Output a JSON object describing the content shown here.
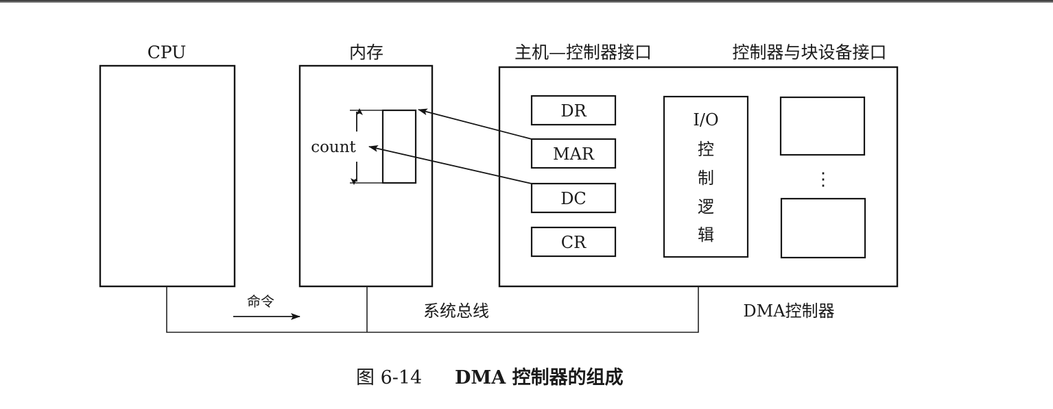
{
  "diagram": {
    "title_labels": {
      "cpu": "CPU",
      "memory": "内存",
      "host_interface": "主机—控制器接口",
      "device_interface": "控制器与块设备接口"
    },
    "memory_block": {
      "count_label": "count"
    },
    "registers": [
      {
        "id": "dr",
        "label": "DR"
      },
      {
        "id": "mar",
        "label": "MAR"
      },
      {
        "id": "dc",
        "label": "DC"
      },
      {
        "id": "cr",
        "label": "CR"
      }
    ],
    "io_logic": {
      "lines": [
        "I/O",
        "控",
        "制",
        "逻",
        "辑"
      ]
    },
    "device_ellipsis": "⋮",
    "bus": {
      "command_label": "命令",
      "system_bus_label": "系统总线",
      "dma_controller_label": "DMA控制器"
    },
    "caption": {
      "figure_number": "图 6-14",
      "text": "DMA 控制器的组成"
    },
    "connections": [
      {
        "from": "MAR",
        "to": "memory-block-top"
      },
      {
        "from": "DC",
        "to": "count"
      }
    ],
    "colors": {
      "stroke": "#151515",
      "background": "#ffffff"
    }
  }
}
